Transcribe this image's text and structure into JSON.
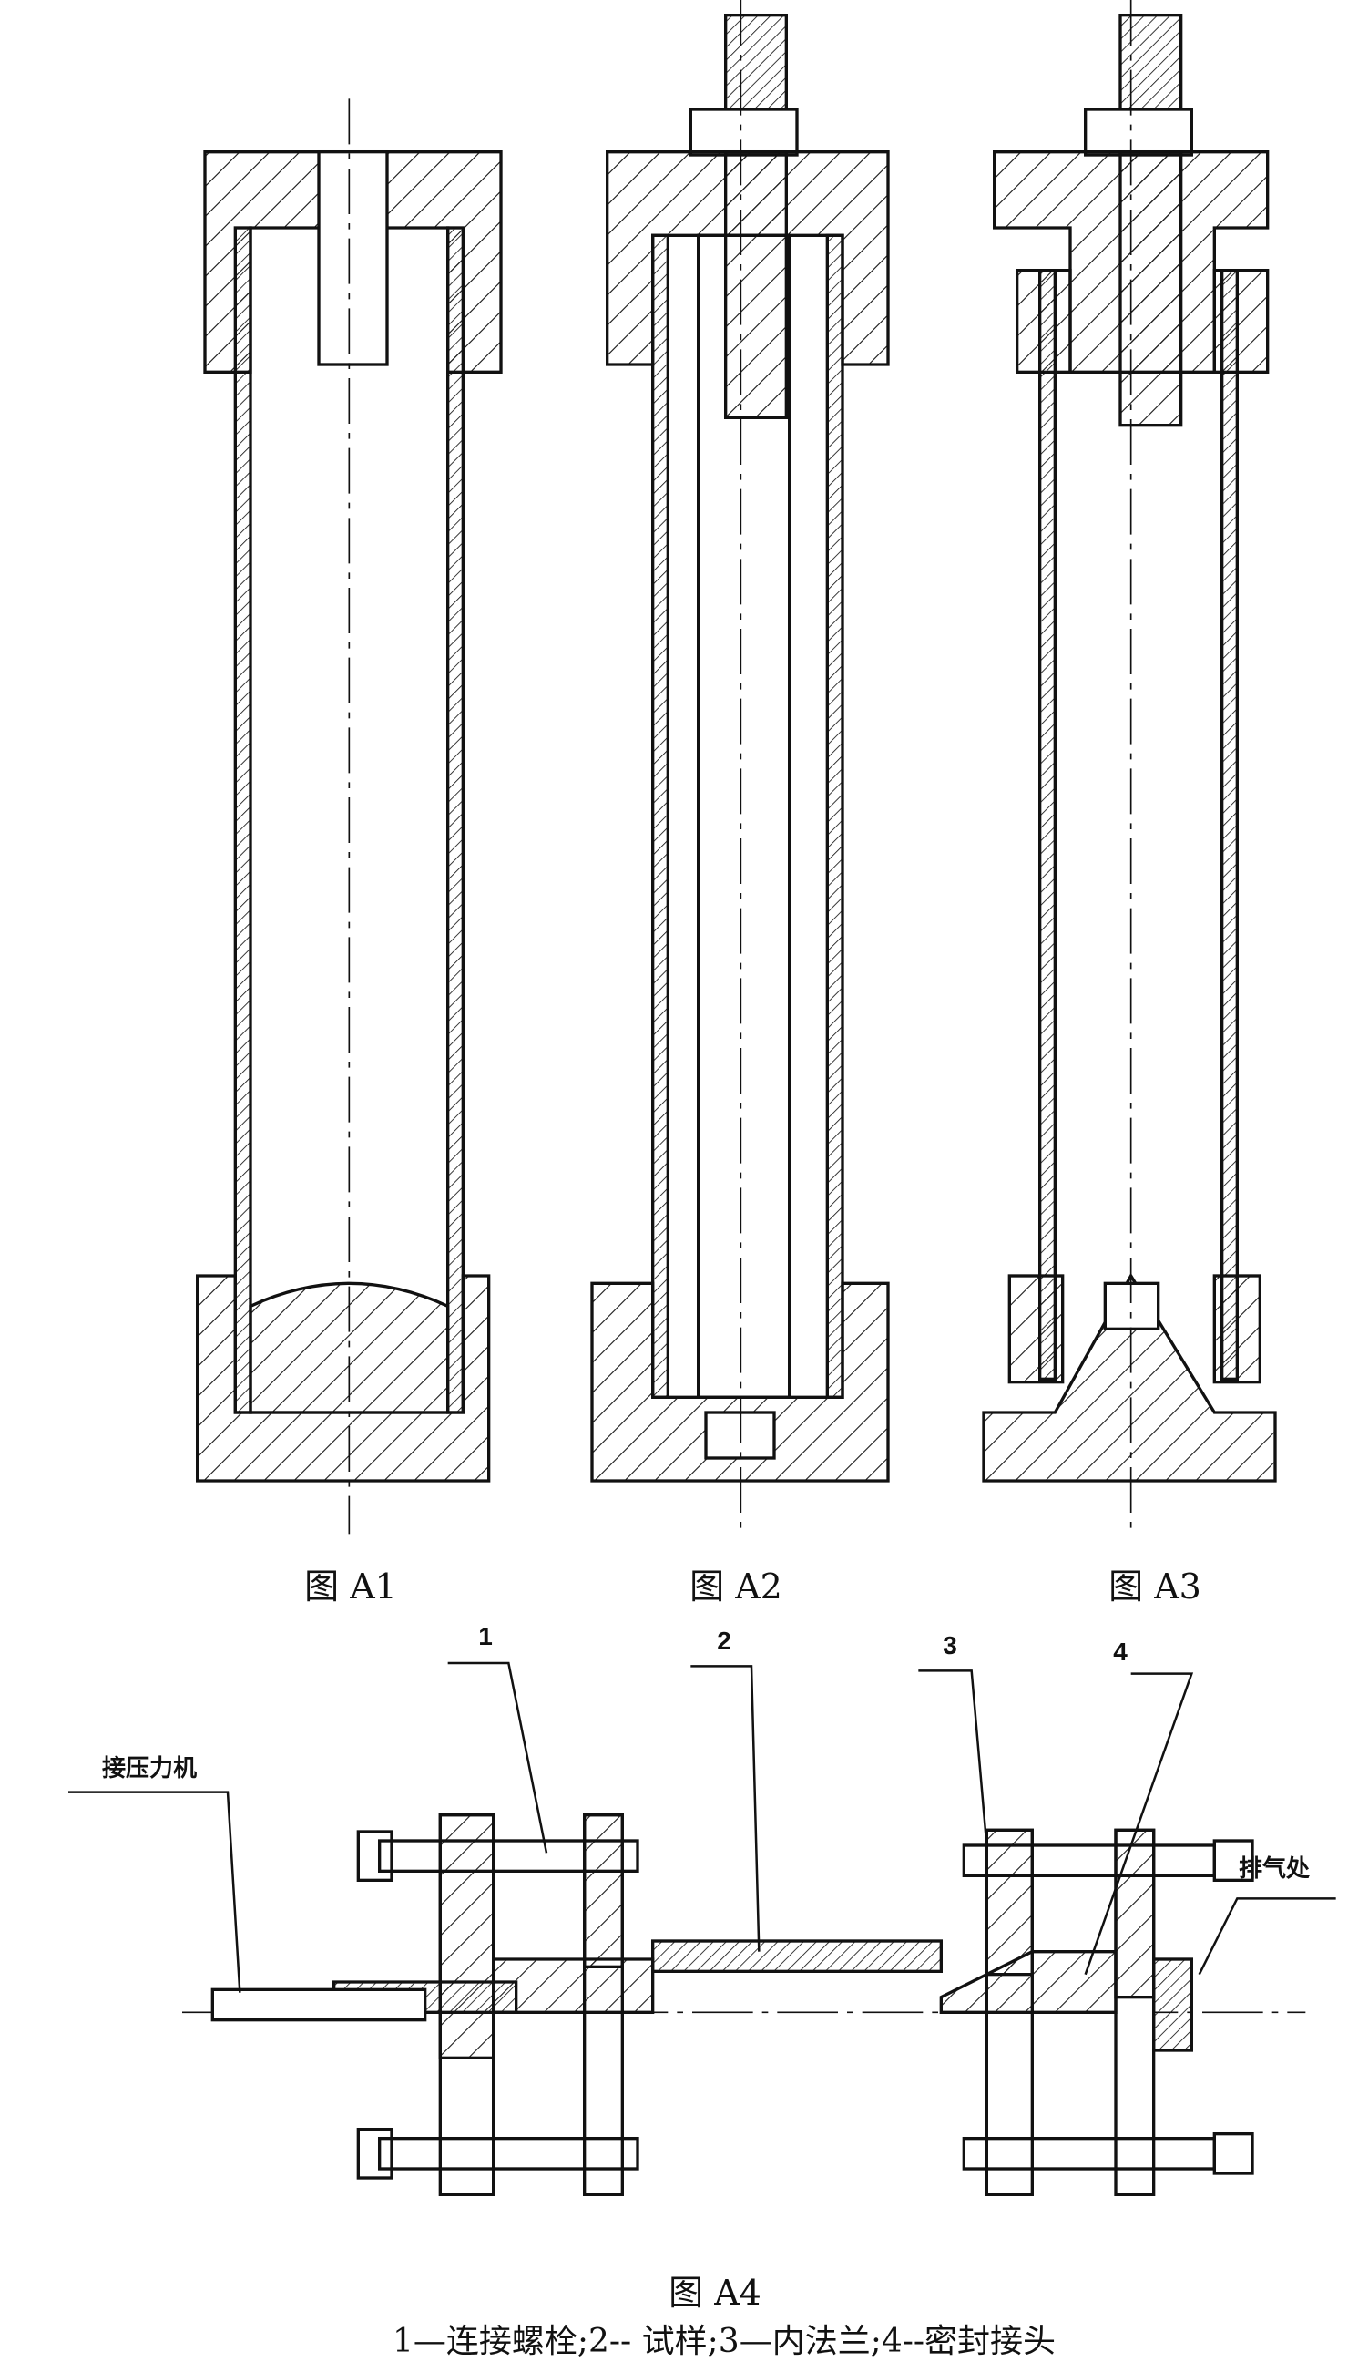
{
  "figures": {
    "a1_caption": "图 A1",
    "a2_caption": "图 A2",
    "a3_caption": "图 A3",
    "a4_caption": "图 A4"
  },
  "a4_labels": {
    "part1": "1",
    "part2": "2",
    "part3": "3",
    "part4": "4",
    "press_connection": "接压力机",
    "vent": "排气处"
  },
  "legend": "1—连接螺栓;2-- 试样;3—内法兰;4--密封接头",
  "colors": {
    "ink": "#111111",
    "paper": "#ffffff"
  }
}
